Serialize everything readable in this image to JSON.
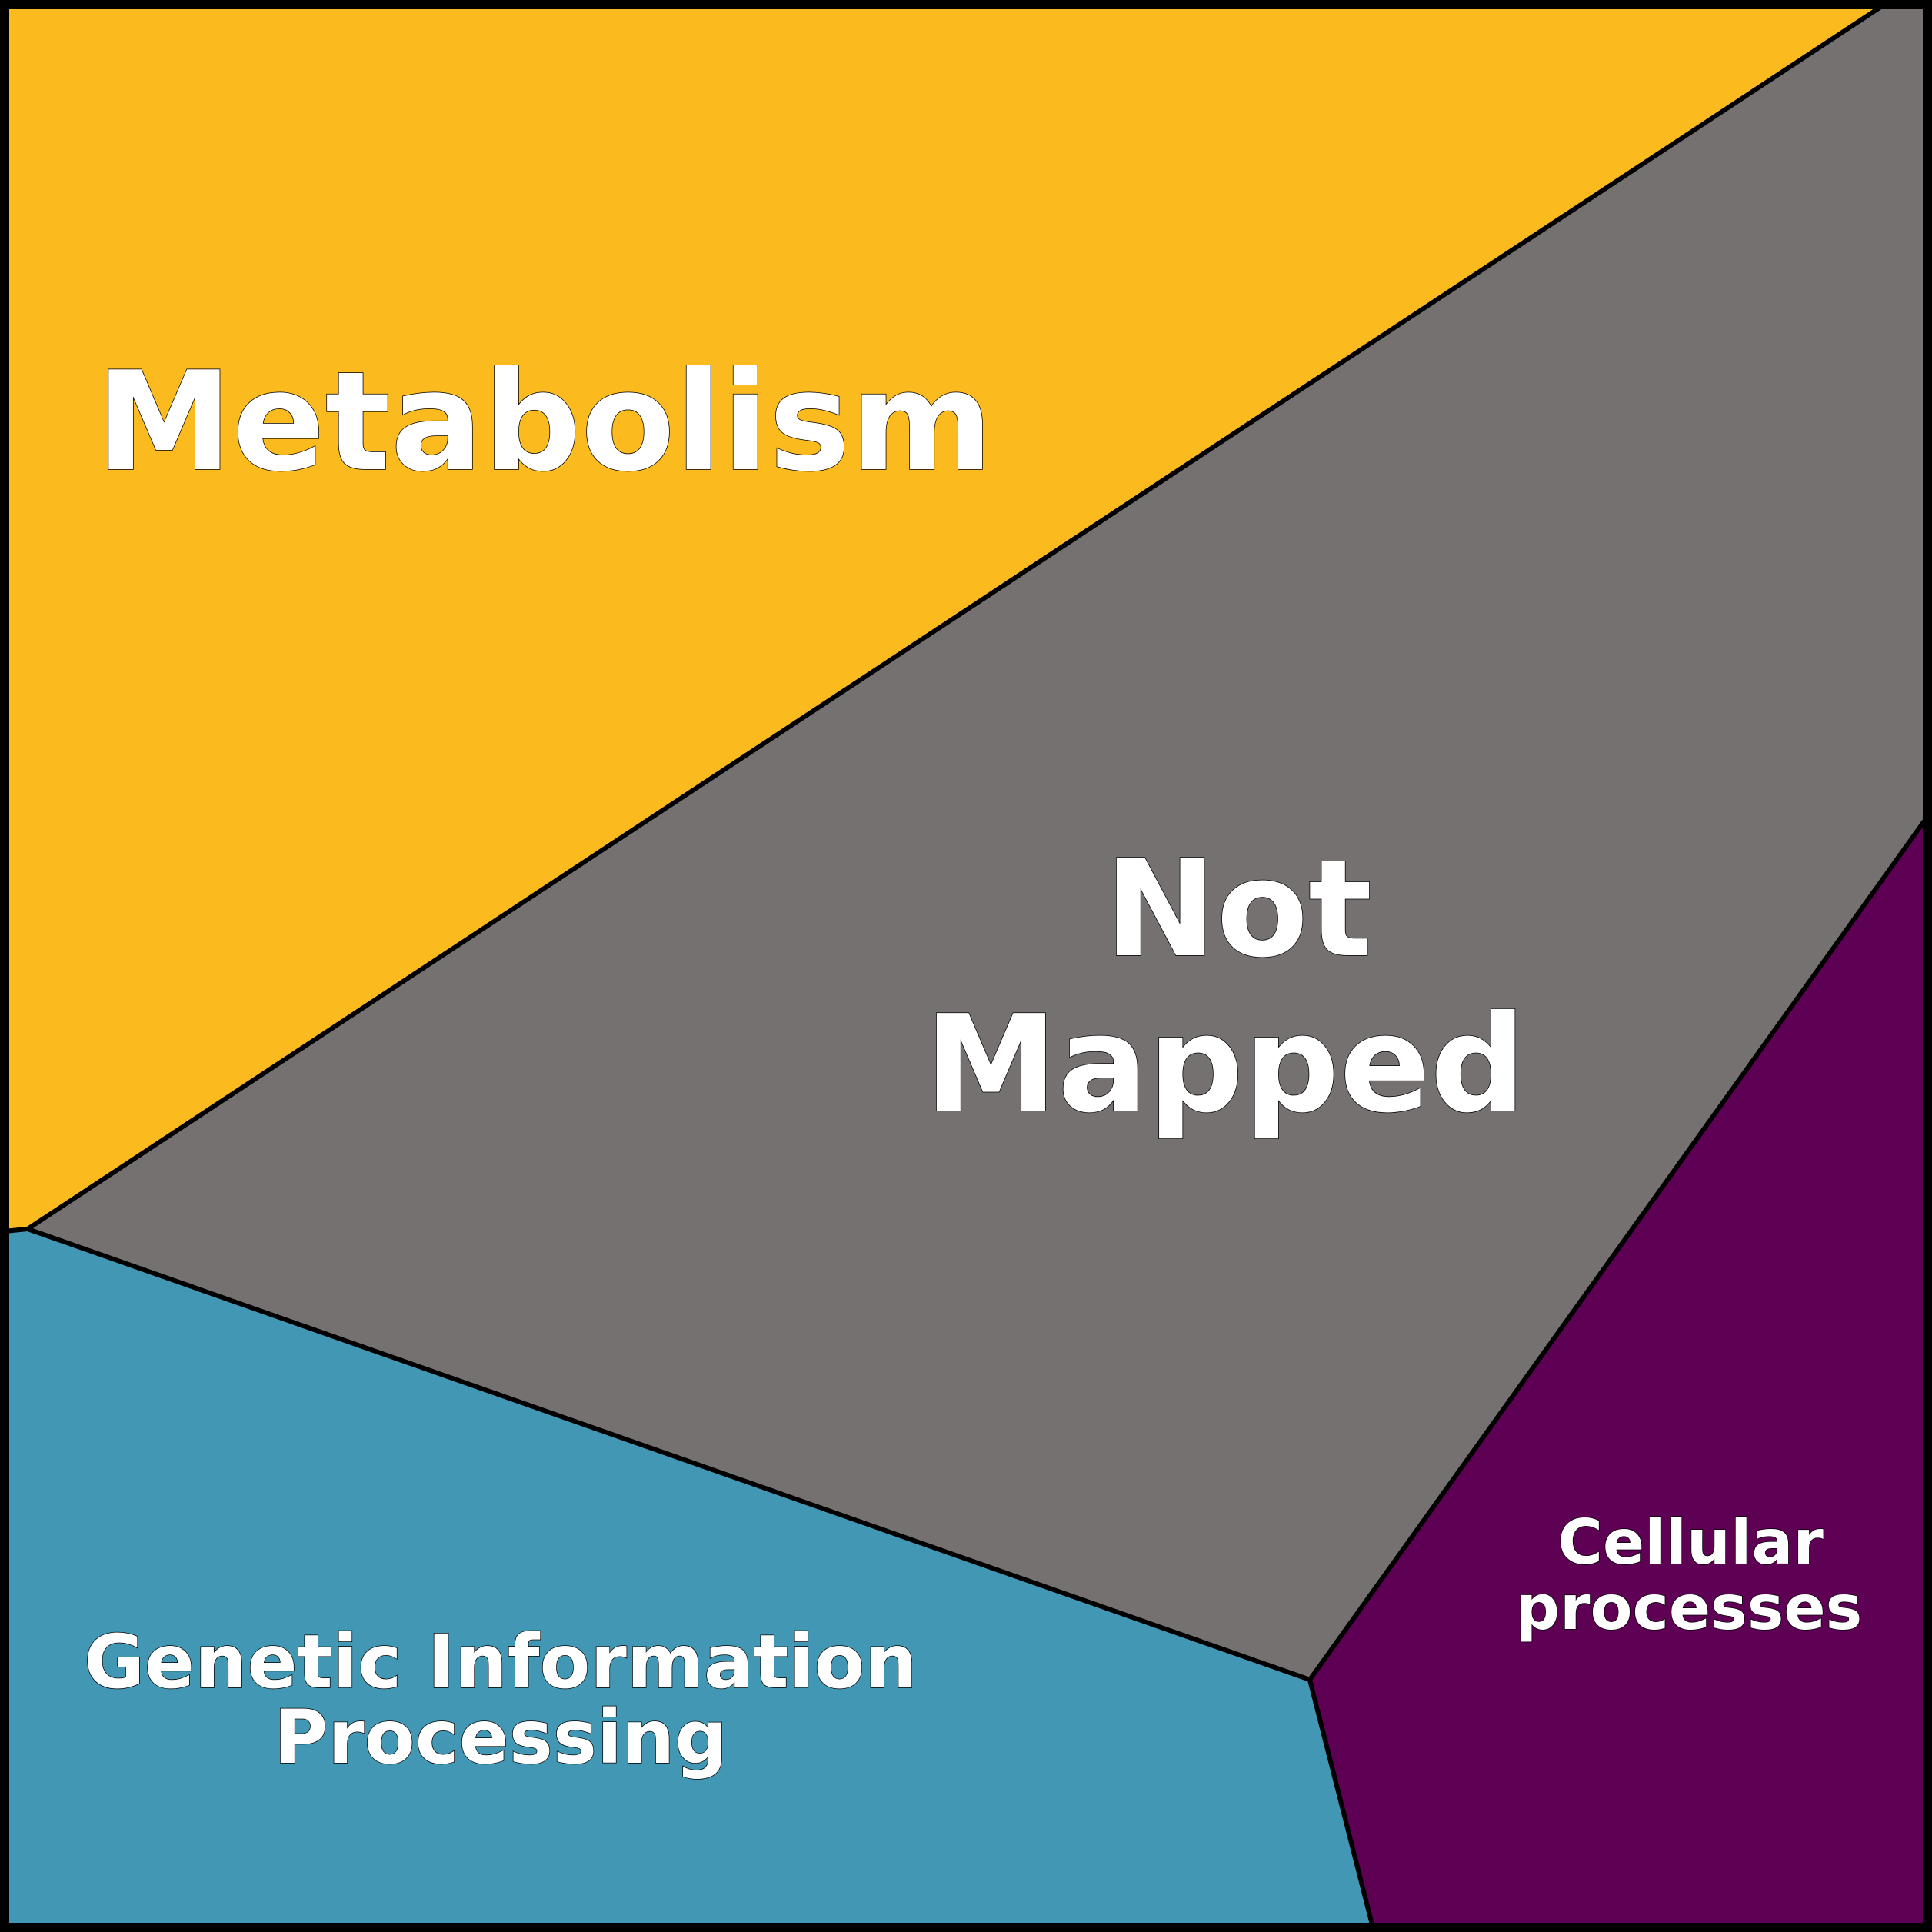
{
  "title": "",
  "colors": {
    "metabolism": "#FBBA1E",
    "not_mapped": "#757170",
    "genetic_information_processing": "#4297B4",
    "cellular_processes": "#5E0054",
    "border": "#000000",
    "label_text": "#FFFFFF"
  },
  "regions": {
    "metabolism": {
      "lines": [
        "Metabolism"
      ]
    },
    "not_mapped": {
      "lines": [
        "Not",
        "Mapped"
      ]
    },
    "genetic_information_processing": {
      "lines": [
        "Genetic Information",
        "Processing"
      ]
    },
    "cellular_processes": {
      "lines": [
        "Cellular",
        "processes"
      ]
    }
  }
}
